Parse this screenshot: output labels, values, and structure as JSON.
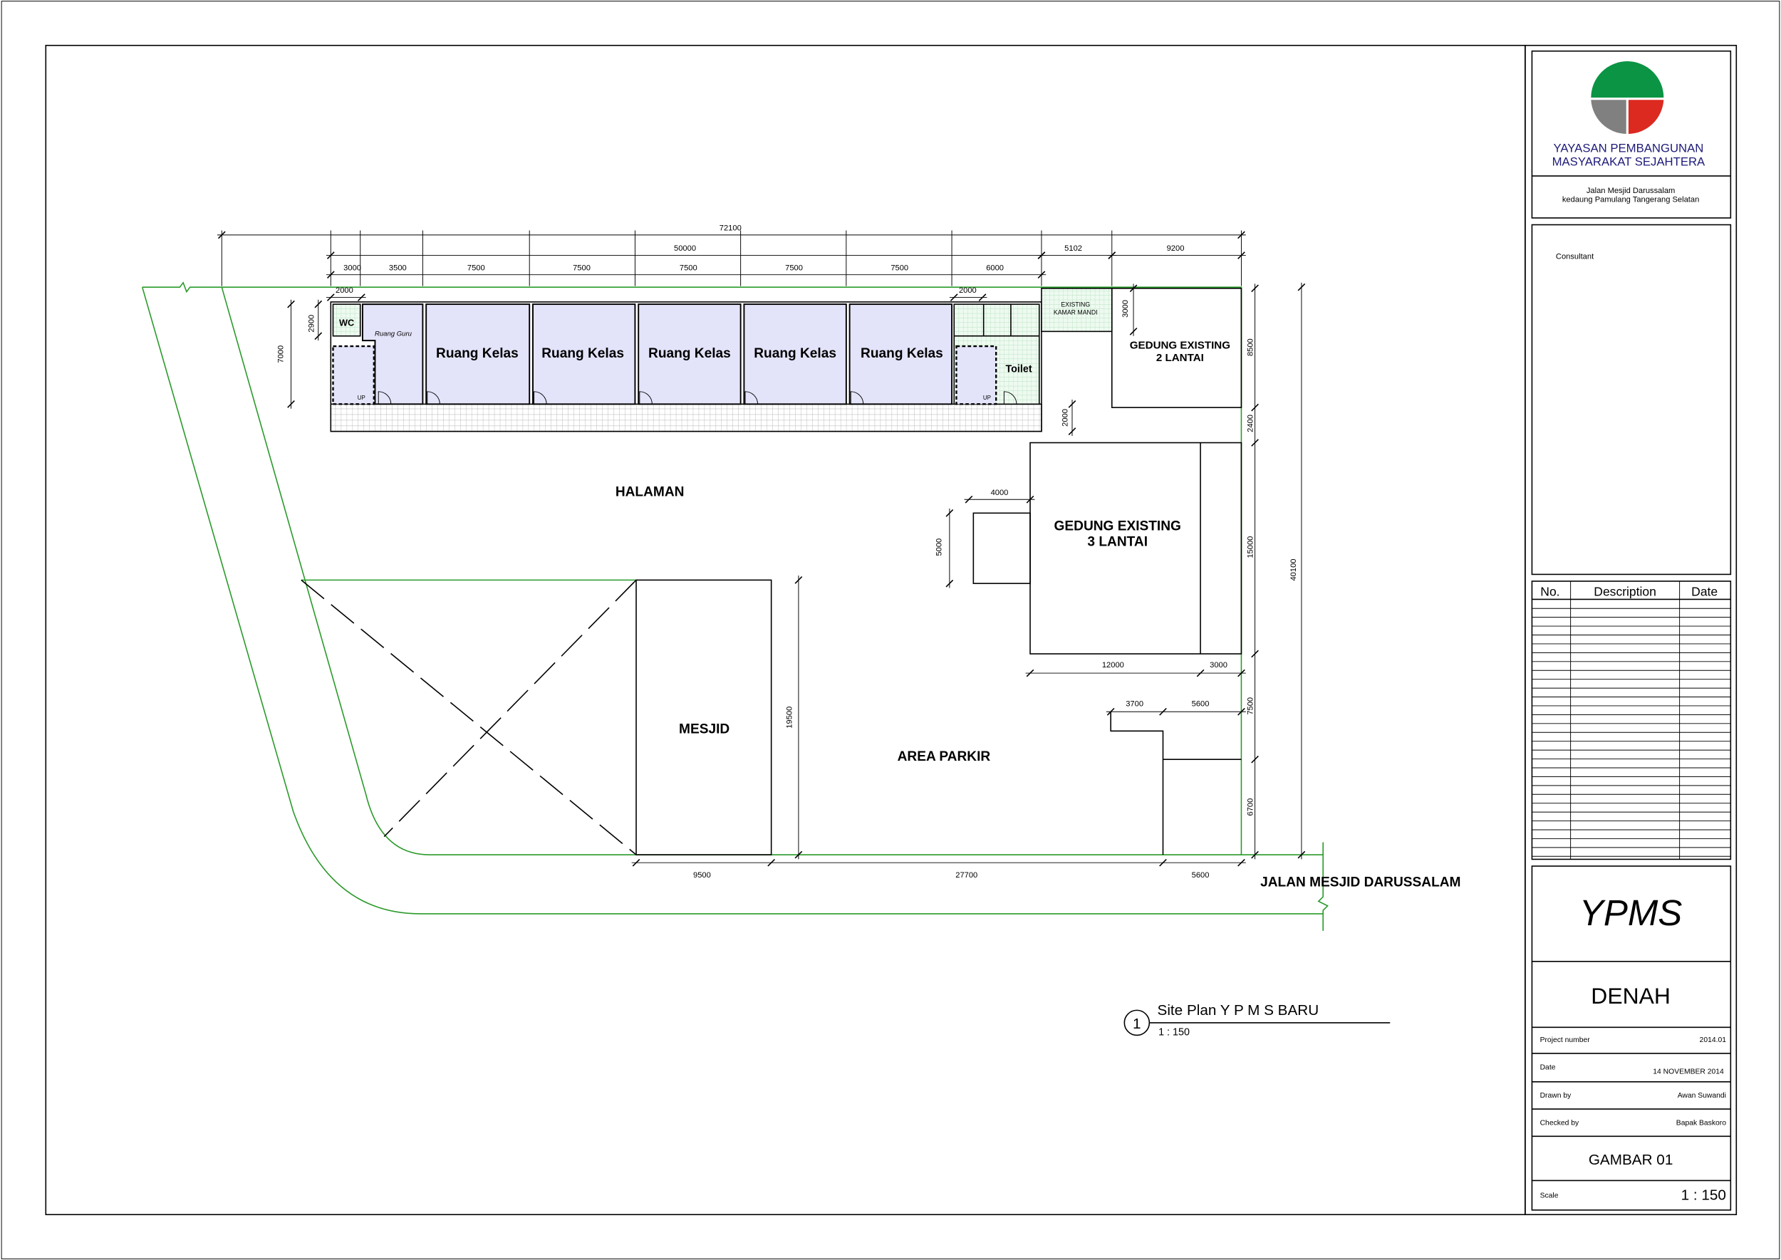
{
  "title_block": {
    "org_line1": "YAYASAN PEMBANGUNAN",
    "org_line2": "MASYARAKAT SEJAHTERA",
    "address_line1": "Jalan  Mesjid Darussalam",
    "address_line2": "kedaung Pamulang Tangerang Selatan",
    "consultant_label": "Consultant",
    "revision_headers": [
      "No.",
      "Description",
      "Date"
    ],
    "project_name": "YPMS",
    "sheet_title": "DENAH",
    "project_number_label": "Project number",
    "project_number": "2014.01",
    "date_label": "Date",
    "date": "14 NOVEMBER 2014",
    "drawn_by_label": "Drawn by",
    "drawn_by": "Awan Suwandi",
    "checked_by_label": "Checked by",
    "checked_by": "Bapak Baskoro",
    "sheet_number": "GAMBAR 01",
    "scale_label": "Scale",
    "scale": "1 : 150",
    "logo_colors": {
      "top": "#0a9444",
      "left": "#808080",
      "right": "#dc2a20"
    },
    "org_color": "#1e1a78"
  },
  "plan": {
    "labels": {
      "halaman": "HALAMAN",
      "mesjid": "MESJID",
      "area_parkir": "AREA PARKIR",
      "gedung2_l1": "GEDUNG EXISTING",
      "gedung2_l2": "2 LANTAI",
      "gedung3_l1": "GEDUNG EXISTING",
      "gedung3_l2": "3 LANTAI",
      "kamar_mandi_l1": "EXISTING",
      "kamar_mandi_l2": "KAMAR MANDI",
      "street": "JALAN MESJID DARUSSALAM",
      "wc": "WC",
      "ruang_guru": "Ruang Guru",
      "toilet": "Toilet",
      "up": "UP",
      "classrooms": [
        "Ruang Kelas",
        "Ruang Kelas",
        "Ruang Kelas",
        "Ruang Kelas",
        "Ruang Kelas"
      ]
    },
    "dimensions": {
      "overall": "72100",
      "block": "50000",
      "kamar_mandi_w": "5102",
      "gedung2_w": "9200",
      "segments": [
        "3000",
        "3500",
        "7500",
        "7500",
        "7500",
        "7500",
        "7500",
        "6000"
      ],
      "wc_w": "2000",
      "toilet_w": "2000",
      "block_depth": "7000",
      "wc_depth": "2900",
      "kamar_mandi_d": "3000",
      "gedung2_d": "8500",
      "gap_2400": "2400",
      "corridor_gap": "2000",
      "annex_w": "4000",
      "annex_d": "5000",
      "gedung3_d": "15000",
      "site_depth": "40100",
      "gedung3_w": "12000",
      "gedung3_side": "3000",
      "step_a": "3700",
      "step_b": "5600",
      "right_7500": "7500",
      "right_6700": "6700",
      "mesjid_d": "19500",
      "bottom_9500": "9500",
      "bottom_27700": "27700",
      "bottom_5600": "5600"
    },
    "view_title": {
      "number": "1",
      "name": "Site Plan Y P M S  BARU",
      "scale": "1 : 150"
    }
  }
}
